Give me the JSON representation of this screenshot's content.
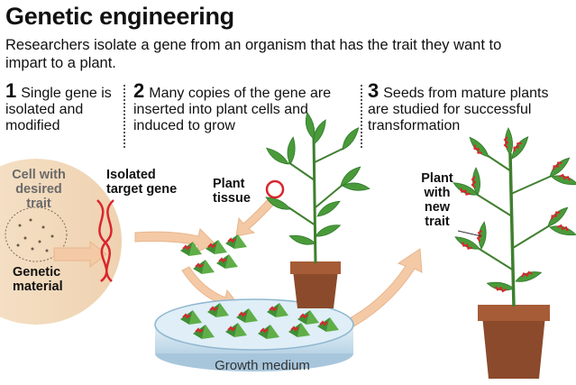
{
  "title": "Genetic engineering",
  "subtitle": "Researchers isolate a gene from an organism that has the trait they want to impart to a plant.",
  "steps": [
    {
      "number": "1",
      "text": "Single gene is isolated and modified"
    },
    {
      "number": "2",
      "text": "Many copies of the gene are inserted into plant cells and induced to grow"
    },
    {
      "number": "3",
      "text": "Seeds from mature plants are studied for successful transformation"
    }
  ],
  "labels": {
    "cell": "Cell with desired trait",
    "genetic_material": "Genetic material",
    "isolated_gene": "Isolated target gene",
    "plant_tissue": "Plant tissue",
    "new_trait": "Plant with new trait",
    "growth_medium": "Growth medium"
  },
  "colors": {
    "leaf": "#4a9a3a",
    "leaf_dark": "#2f7a2a",
    "gene": "#d8262e",
    "arrow": "#f4c9a6",
    "cell": "#f3dcc1",
    "pot": "#8b4a2b",
    "dish": "#cfe3f0"
  }
}
